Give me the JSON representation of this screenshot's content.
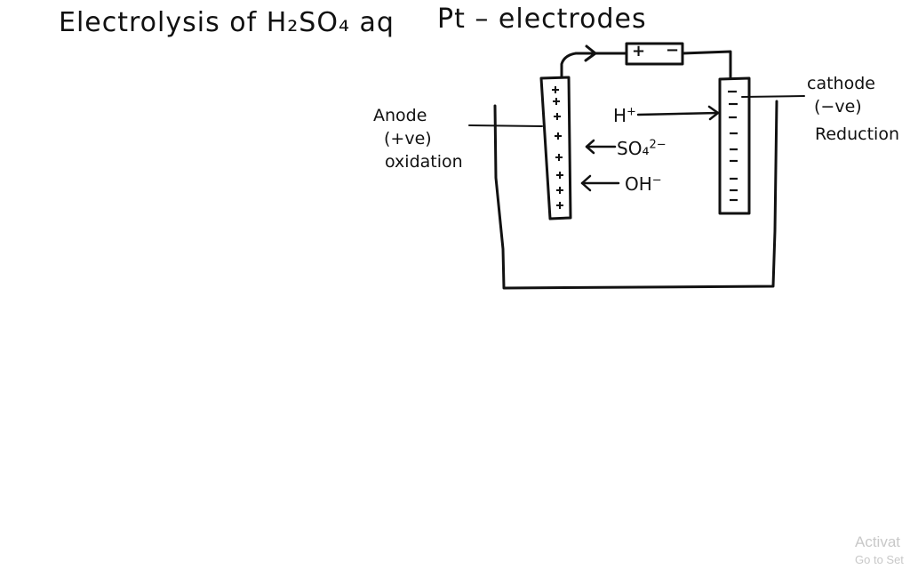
{
  "title": {
    "main": "Electrolysis of H₂SO₄ aq",
    "electrodes": "Pt – electrodes"
  },
  "anode": {
    "name": "Anode",
    "charge": "(+ve)",
    "process": "oxidation",
    "sign": "+"
  },
  "cathode": {
    "name": "cathode",
    "charge": "(−ve)",
    "process": "Reduction",
    "sign": "−"
  },
  "battery": {
    "positive": "+",
    "negative": "−"
  },
  "ions": {
    "h_plus": {
      "symbol": "H",
      "charge": "+"
    },
    "sulfate": {
      "symbol": "SO₄",
      "charge": "2−"
    },
    "hydroxide": {
      "symbol": "OH",
      "charge": "−"
    }
  },
  "watermark": {
    "line1": "Activat",
    "line2": "Go to Set"
  },
  "colors": {
    "ink": "#111111",
    "background": "#ffffff",
    "watermark": "#c8c8c8"
  }
}
